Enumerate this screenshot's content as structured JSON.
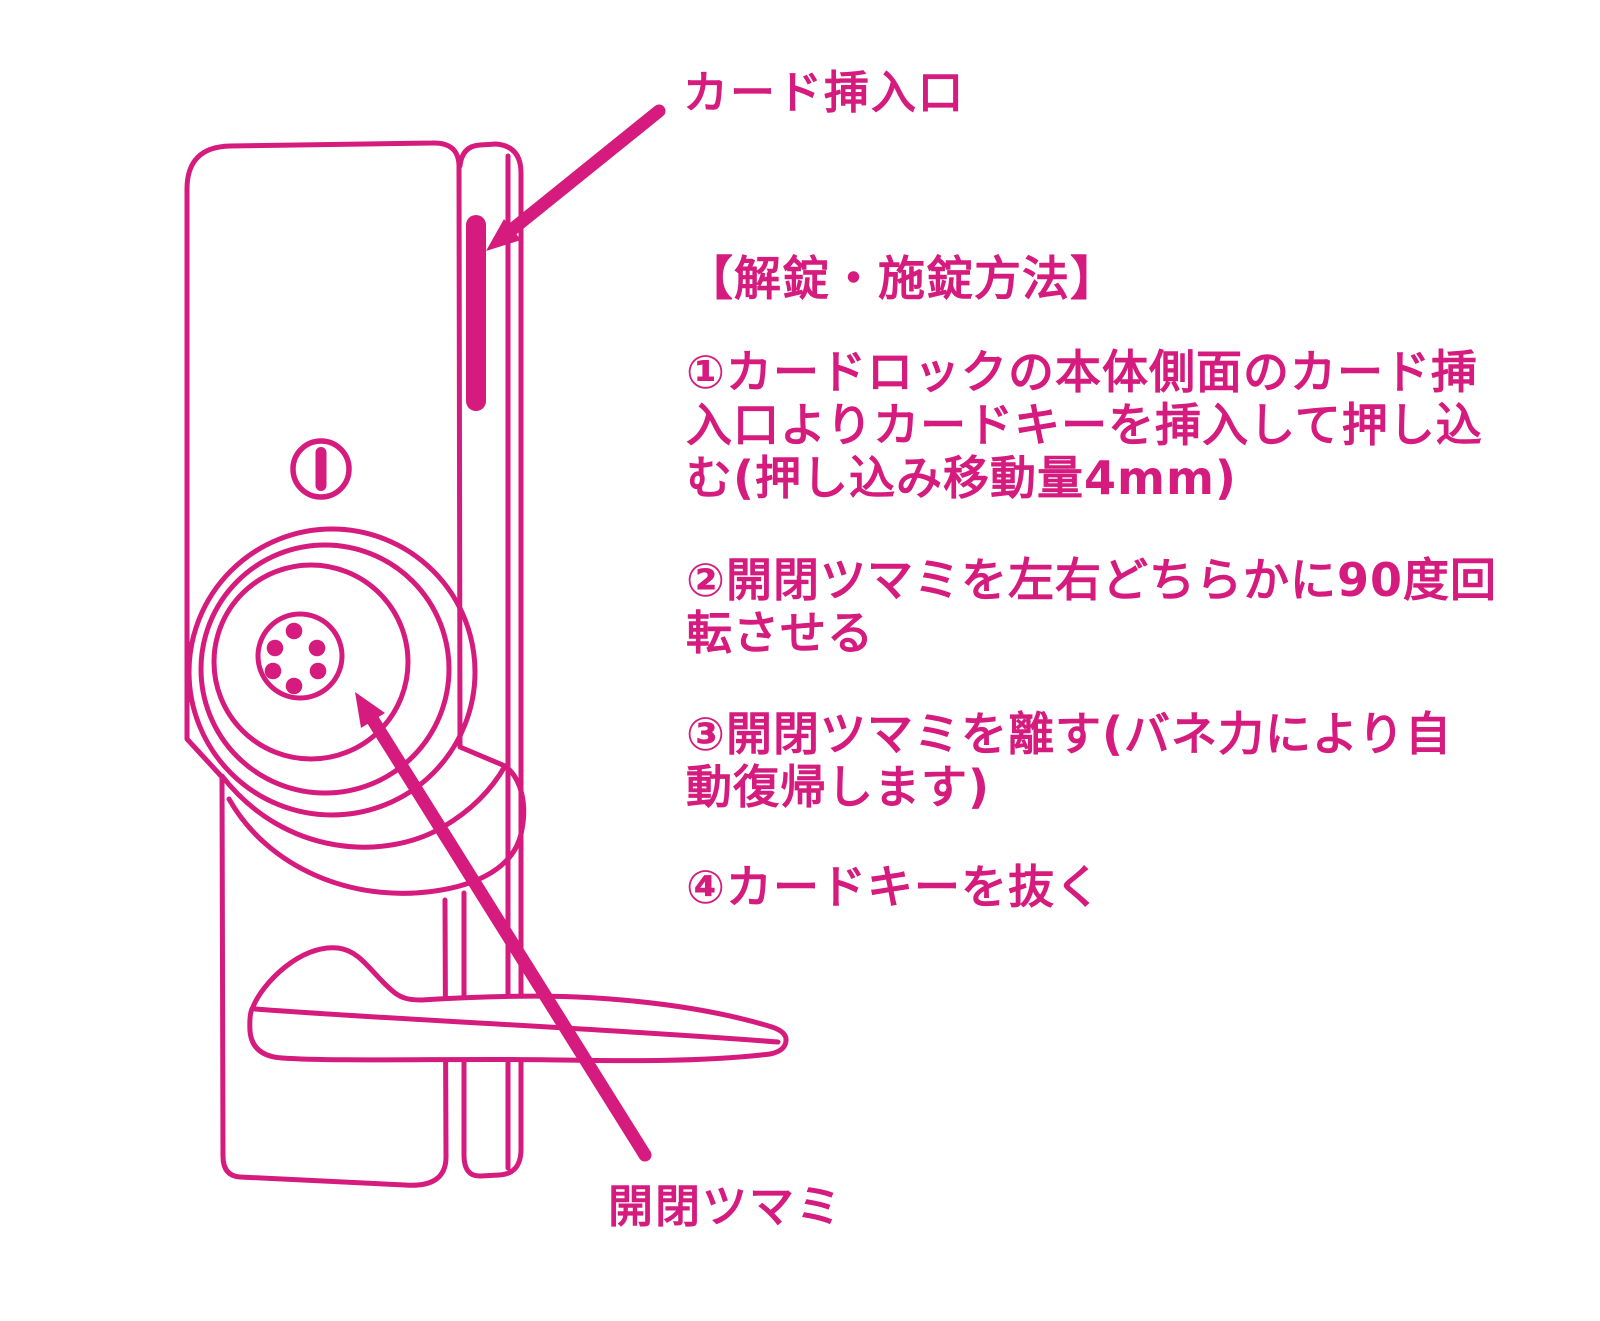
{
  "colors": {
    "accent": "#d61b7e",
    "background": "#ffffff"
  },
  "diagram": {
    "card_slot_label": "カード挿入口",
    "knob_label": "開閉ツマミ"
  },
  "instructions": {
    "title": "【解錠・施錠方法】",
    "steps": [
      {
        "lines": [
          "①カードロックの本体側面のカード挿",
          "入口よりカードキーを挿入して押し込",
          "む(押し込み移動量4mm)"
        ]
      },
      {
        "lines": [
          "②開閉ツマミを左右どちらかに90度回",
          "転させる"
        ]
      },
      {
        "lines": [
          "③開閉ツマミを離す(バネ力により自",
          "動復帰します)"
        ]
      },
      {
        "lines": [
          "④カードキーを抜く"
        ]
      }
    ]
  }
}
